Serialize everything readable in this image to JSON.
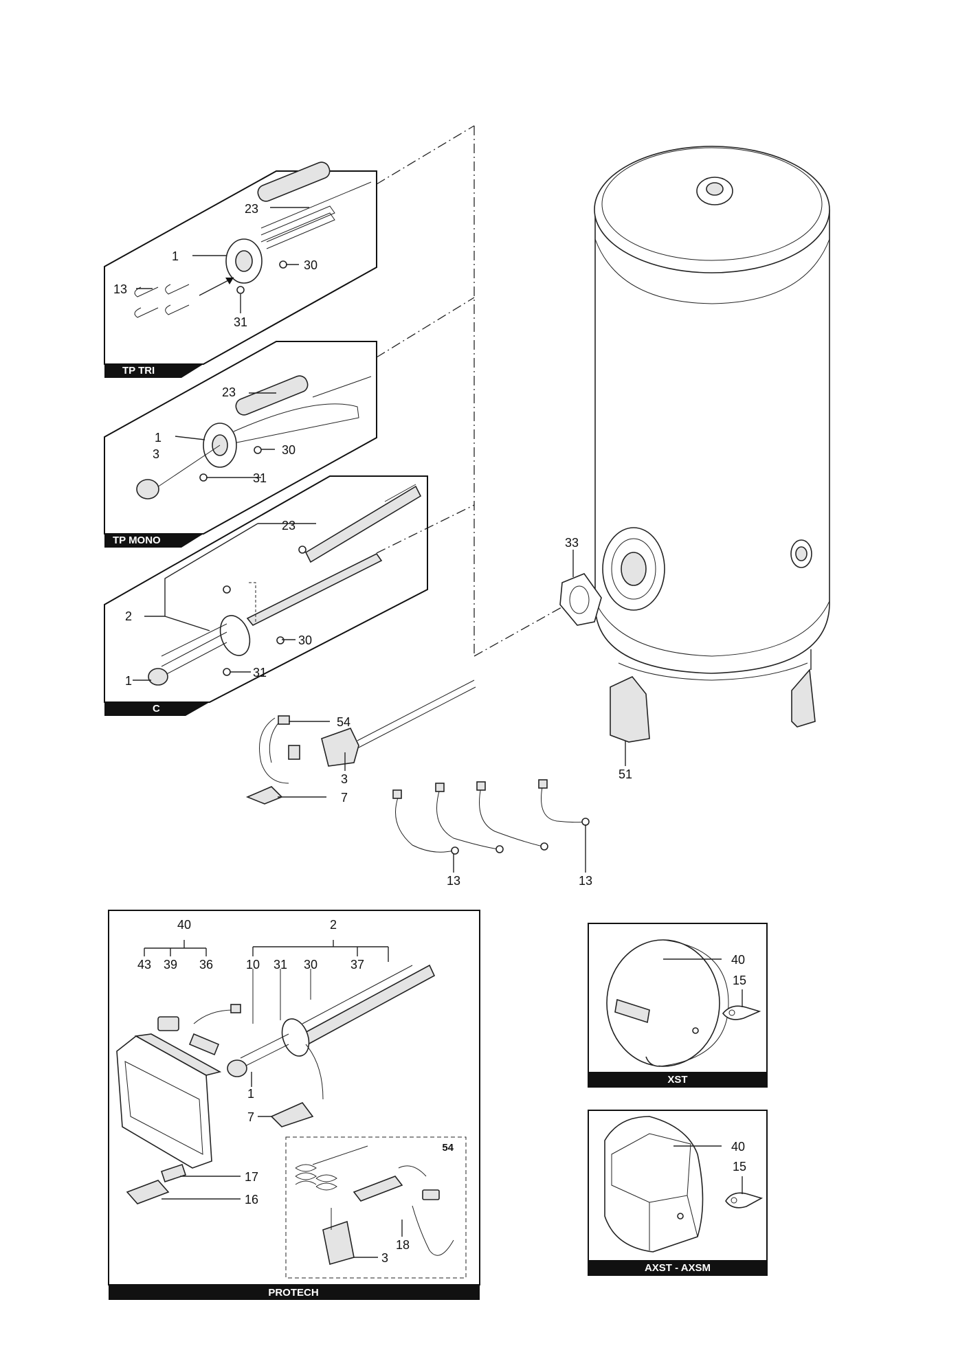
{
  "panels": {
    "tp_tri": "TP TRI",
    "tp_mono": "TP MONO",
    "c": "C",
    "protech": "PROTECH",
    "kit54": "54",
    "xst": "XST",
    "axst": "AXST - AXSM"
  },
  "labels": {
    "tptri": [
      "23",
      "1",
      "30",
      "13",
      "31"
    ],
    "tpmono": [
      "23",
      "1",
      "3",
      "30",
      "31"
    ],
    "c": [
      "23",
      "2",
      "30",
      "1",
      "31"
    ],
    "tank": [
      "33",
      "51"
    ],
    "loose": [
      "54",
      "3",
      "7",
      "13",
      "13"
    ],
    "protech": [
      "40",
      "2",
      "43",
      "39",
      "36",
      "10",
      "31",
      "30",
      "37",
      "1",
      "7",
      "17",
      "16",
      "18",
      "3"
    ],
    "xst": [
      "40",
      "15"
    ],
    "axst": [
      "40",
      "15"
    ]
  }
}
